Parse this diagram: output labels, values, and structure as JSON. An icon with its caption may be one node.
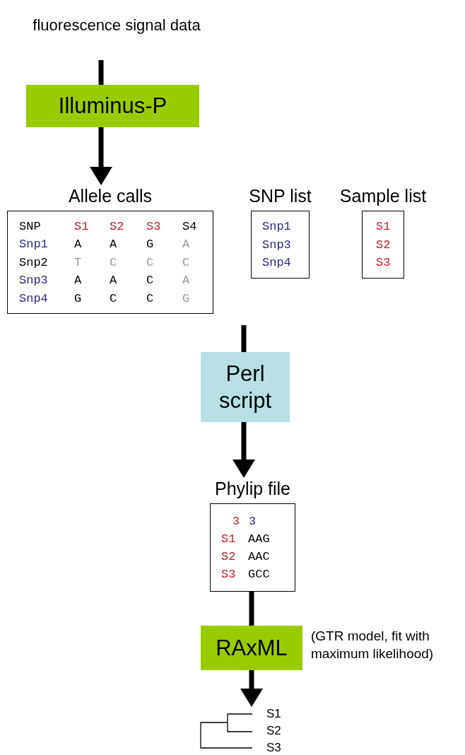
{
  "diagram": {
    "nodes": [
      {
        "text": [
          "fluorescence signal data"
        ]
      },
      {
        "text": [
          "Illuminus-P"
        ]
      },
      {
        "text": [
          "Allele calls"
        ]
      },
      {
        "text": [
          "SNP list"
        ]
      },
      {
        "text": [
          "Sample list"
        ]
      },
      {
        "text": [
          "Perl script"
        ]
      },
      {
        "text": [
          "Phylip file"
        ]
      },
      {
        "text": [
          "RAxML"
        ],
        "beside": [
          "(GTR model, fit with maximum likelihood)"
        ]
      },
      {
        "text": [],
        "shape": "tree"
      }
    ],
    "edges": [
      {
        "from": 0,
        "to": 1,
        "arrow": "none"
      },
      {
        "from": 1,
        "to": 2,
        "arrow": "to"
      },
      {
        "from": null,
        "to": 5,
        "arrow": "none"
      },
      {
        "from": 5,
        "to": 6,
        "arrow": "to"
      },
      {
        "from": 6,
        "to": 7,
        "arrow": "none"
      },
      {
        "from": 7,
        "to": 8,
        "arrow": "to"
      }
    ],
    "labels": [
      "SNP",
      "S1",
      "S2",
      "S3",
      "S4",
      "Snp1",
      "A",
      "A",
      "G",
      "A",
      "Snp2",
      "T",
      "C",
      "C",
      "C",
      "Snp3",
      "A",
      "A",
      "C",
      "A",
      "Snp4",
      "G",
      "C",
      "C",
      "G",
      "Snp1",
      "Snp3",
      "Snp4",
      "S1",
      "S2",
      "S3",
      "3",
      "3",
      "S1",
      "AAG",
      "S2",
      "AAC",
      "S3",
      "GCC",
      "S1",
      "S2",
      "S3"
    ]
  }
}
